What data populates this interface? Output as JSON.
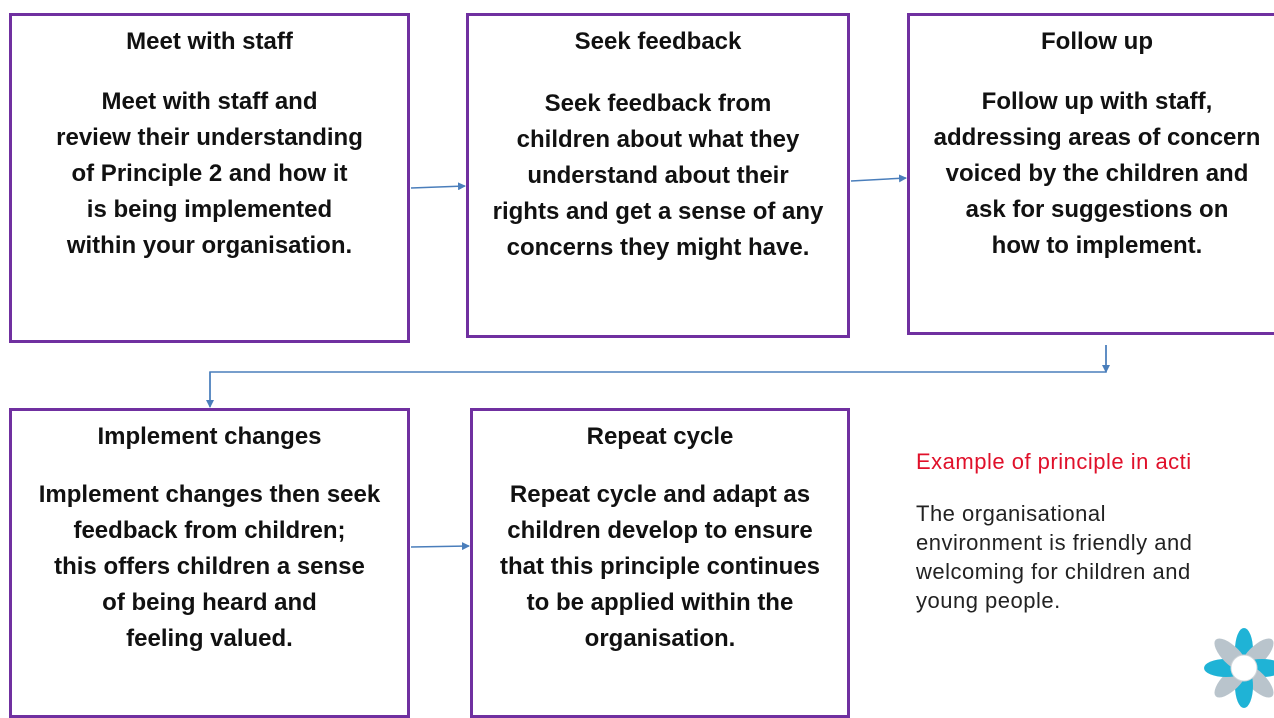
{
  "steps": [
    {
      "title": "Meet with staff",
      "body": "Meet with staff and\nreview their understanding\nof Principle 2 and how it\nis being implemented\nwithin your organisation."
    },
    {
      "title": "Seek feedback",
      "body": "Seek feedback from\nchildren about what they\nunderstand about their\nrights and get a sense of any\nconcerns they might have."
    },
    {
      "title": "Follow up",
      "body": "Follow up with staff,\naddressing areas of concern\nvoiced by the children and\nask for suggestions on\nhow to implement."
    },
    {
      "title": "Implement changes",
      "body": "Implement changes then seek\nfeedback from children;\nthis offers children a sense\nof being heard and\nfeeling valued."
    },
    {
      "title": "Repeat cycle",
      "body": "Repeat cycle and adapt as\nchildren develop to ensure\nthat this principle continues\nto be applied within the\norganisation."
    }
  ],
  "example": {
    "heading": "Example of principle in acti",
    "text": "The organisational\nenvironment is friendly and\nwelcoming for children and\nyoung people."
  },
  "colors": {
    "box_border": "#7030a0",
    "connector": "#4a7ebb",
    "heading_red": "#e0102a",
    "logo_teal": "#1fb3d6"
  }
}
